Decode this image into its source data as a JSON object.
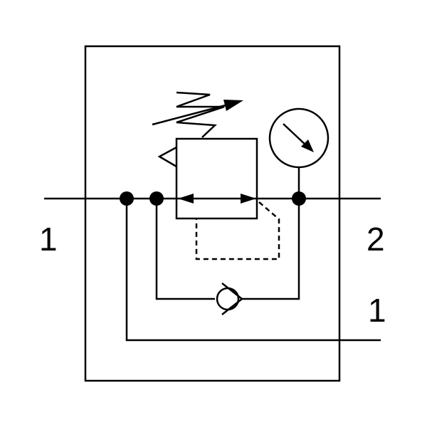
{
  "diagram": {
    "ports": {
      "left_inlet": "1",
      "right_outlet": "2",
      "right_inlet": "1"
    },
    "components": {
      "housing": "enclosure-frame",
      "regulator": "pressure-regulator-valve",
      "spring": "adjustable-spring-icon",
      "gauge": "pressure-gauge-icon",
      "check_valve": "check-valve-icon",
      "pilot_line": "dashed-pilot-line"
    },
    "colors": {
      "stroke": "#000000",
      "background": "#ffffff"
    }
  }
}
